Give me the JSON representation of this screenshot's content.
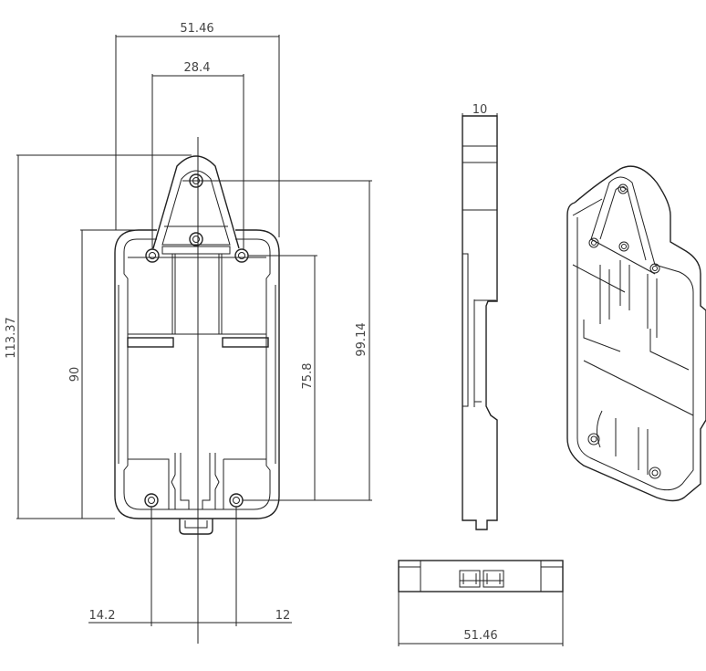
{
  "drawing": {
    "front_view": {
      "overall_width": "51.46",
      "hole_spacing_top": "28.4",
      "overall_height": "113.37",
      "body_height": "90",
      "hole_spacing_vertical": "75.8",
      "top_hole_to_bottom_hole": "99.14",
      "left_offset": "14.2",
      "right_offset": "12"
    },
    "side_view": {
      "thickness": "10"
    },
    "bottom_view": {
      "width": "51.46"
    }
  }
}
